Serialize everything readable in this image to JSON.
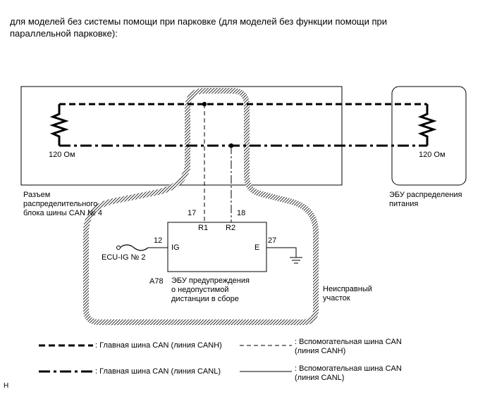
{
  "intro": {
    "line1": "для моделей без системы помощи при парковке (для моделей без функции помощи при",
    "line2": "параллельной парковке):"
  },
  "left_box": {
    "resistor": "120 Ом",
    "label_lines": [
      "Разъем",
      "распределительного",
      "блока шины CAN № 4"
    ]
  },
  "right_box": {
    "resistor": "120 Ом",
    "label_lines": [
      "ЭБУ распределения",
      "питания"
    ]
  },
  "ecu": {
    "code": "A78",
    "label_lines": [
      "ЭБУ предупреждения",
      "о недопустимой",
      "дистанции в сборе"
    ],
    "pins": {
      "r1_num": "17",
      "r1_name": "R1",
      "r2_num": "18",
      "r2_name": "R2",
      "ig_num": "12",
      "ig_name": "IG",
      "e_num": "27",
      "e_name": "E"
    },
    "fuse": "ECU-IG № 2"
  },
  "fault_area": [
    "Неисправный",
    "участок"
  ],
  "legend": {
    "main_canh": ": Главная шина CAN (линия CANH)",
    "main_canl": ": Главная шина CAN (линия CANL)",
    "sub_canh": [
      ": Вспомогательная шина CAN",
      "(линия CANH)"
    ],
    "sub_canl": [
      ": Вспомогательная шина CAN",
      "(линия CANL)"
    ]
  },
  "corner_mark": "H"
}
